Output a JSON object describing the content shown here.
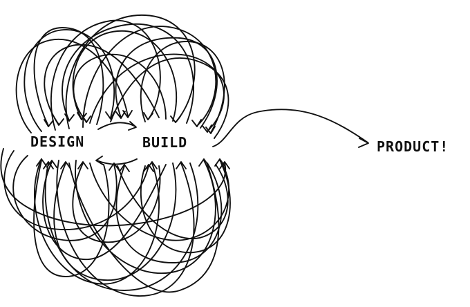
{
  "diagram": {
    "nodes": {
      "design": "DESIGN",
      "build": "BUILD",
      "product": "PRODUCT!"
    },
    "ink_color": "#111111",
    "background_color": "#ffffff"
  }
}
